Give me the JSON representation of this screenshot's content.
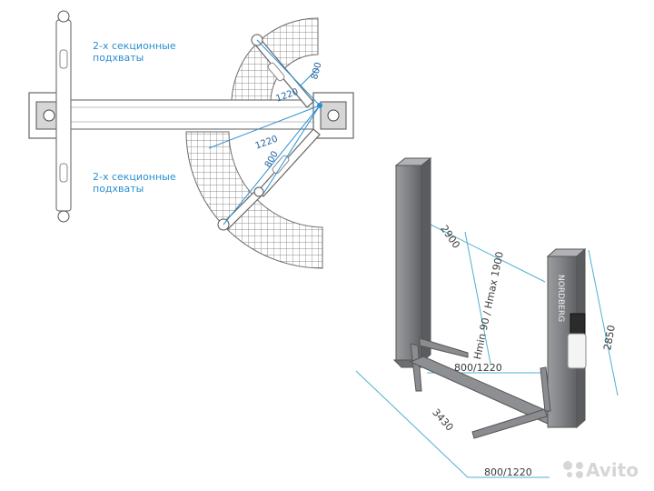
{
  "top_view": {
    "note_upper": [
      "2-х секционные",
      "подхваты"
    ],
    "note_lower": [
      "2-х секционные",
      "подхваты"
    ],
    "dim_arm_long_upper": "1220",
    "dim_arm_short_upper": "800",
    "dim_arm_long_lower": "1220",
    "dim_arm_short_lower": "800"
  },
  "iso_view": {
    "dim_width": "2900",
    "dim_height_lift": "Hmin 90 / Hmax 1900",
    "dim_column_height": "2850",
    "dim_arms_rear": "800/1220",
    "dim_depth": "3430",
    "dim_arms_front": "800/1220",
    "column_brand": "NORDBERG"
  },
  "watermark": "Avito",
  "colors": {
    "line": "#8a8a8a",
    "accent_blue": "#2a8fd0",
    "dim_blue": "#1f5fa0",
    "column": "#808285"
  }
}
